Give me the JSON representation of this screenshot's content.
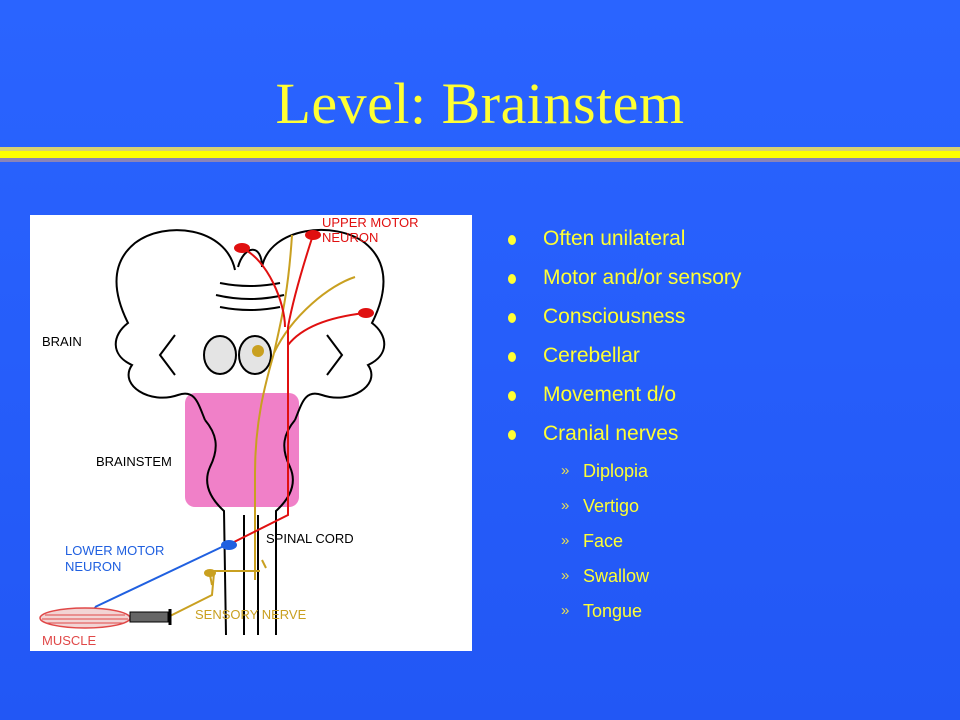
{
  "slide": {
    "title": "Level:  Brainstem",
    "colors": {
      "background": "#2a64ff",
      "text": "#ffff33",
      "rule": "#ffff00"
    }
  },
  "diagram": {
    "labels": {
      "upper_motor_line1": "UPPER MOTOR",
      "upper_motor_line2": "NEURON",
      "brain": "BRAIN",
      "brainstem": "BRAINSTEM",
      "spinal_cord": "SPINAL CORD",
      "lower_motor_line1": "LOWER MOTOR",
      "lower_motor_line2": "NEURON",
      "sensory_nerve": "SENSORY NERVE",
      "muscle": "MUSCLE"
    },
    "colors": {
      "motor": "#e01010",
      "sensory": "#c9a020",
      "lower_motor": "#2060e0",
      "brainstem_fill": "#f080c8",
      "muscle": "#e04848"
    }
  },
  "bullets": {
    "main": [
      "Often unilateral",
      "Motor and/or sensory",
      "Consciousness",
      "Cerebellar",
      "Movement d/o",
      "Cranial nerves"
    ],
    "sub_marker": "»",
    "sub": [
      "Diplopia",
      "Vertigo",
      "Face",
      "Swallow",
      "Tongue"
    ]
  }
}
